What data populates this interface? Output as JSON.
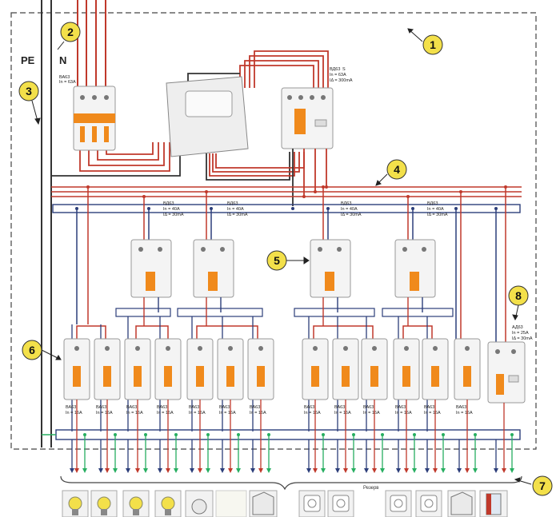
{
  "labels": {
    "pe": "PE",
    "n": "N",
    "reserve": "Резерв"
  },
  "callouts": [
    "1",
    "2",
    "3",
    "4",
    "5",
    "6",
    "7",
    "8"
  ],
  "main_breaker": {
    "model": "ВА63",
    "rating": "In = 63A"
  },
  "rcd_main": {
    "model": "ВД63",
    "rating": "In = 63A",
    "leak": "IΔ = 300mA",
    "mark": "S"
  },
  "rcd_groups": [
    {
      "model": "ВД63",
      "rating": "In = 40A",
      "leak": "IΔ = 30mA"
    },
    {
      "model": "ВД63",
      "rating": "In = 40A",
      "leak": "IΔ = 30mA"
    },
    {
      "model": "ВД63",
      "rating": "In = 40A",
      "leak": "IΔ = 30mA"
    },
    {
      "model": "ВД63",
      "rating": "In = 40A",
      "leak": "IΔ = 30mA"
    }
  ],
  "difav": {
    "model": "АД63",
    "rating": "In = 25A",
    "leak": "IΔ = 30mA"
  },
  "breakers": [
    {
      "model": "ВА63",
      "rating": "In = 16A"
    },
    {
      "model": "ВА63",
      "rating": "In = 16A"
    },
    {
      "model": "ВА63",
      "rating": "In = 16A"
    },
    {
      "model": "ВА63",
      "rating": "In = 16A"
    },
    {
      "model": "ВА63",
      "rating": "In = 16A"
    },
    {
      "model": "ВА63",
      "rating": "In = 16A"
    },
    {
      "model": "ВА63",
      "rating": "In = 16A"
    },
    {
      "model": "ВА63",
      "rating": "In = 16A"
    },
    {
      "model": "ВА63",
      "rating": "In = 16A"
    },
    {
      "model": "ВА63",
      "rating": "In = 16A"
    },
    {
      "model": "ВА63",
      "rating": "In = 16A"
    },
    {
      "model": "ВА63",
      "rating": "In = 16A"
    },
    {
      "model": "ВА63",
      "rating": "In = 16A"
    }
  ],
  "loads": [
    "lamp-icon",
    "lamp-icon",
    "lamp-icon",
    "lamp-icon",
    "washing-machine-icon",
    "reserve-slot",
    "dishwasher-icon",
    "socket-icon",
    "socket-icon",
    "socket-icon",
    "socket-icon",
    "oven-icon",
    "boiler-icon"
  ],
  "colors": {
    "phase": "#c0392b",
    "neutral": "#2c3e7a",
    "pe": "#27ae60",
    "orange": "#f08a1c",
    "callout": "#f3e04a",
    "wire_dark": "#333333"
  }
}
